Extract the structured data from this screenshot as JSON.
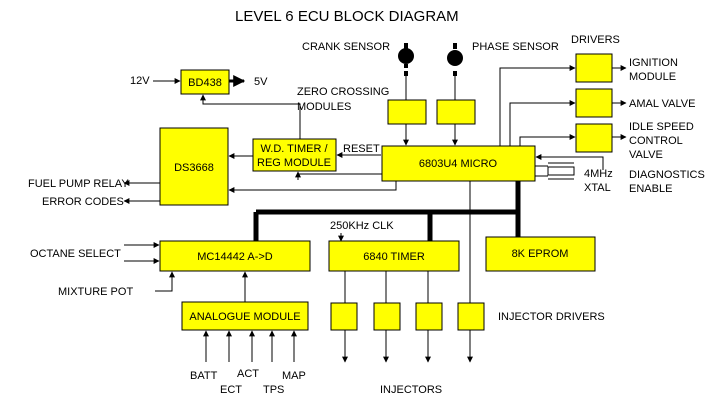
{
  "title": "LEVEL 6 ECU BLOCK DIAGRAM",
  "blocks": {
    "bd438": "BD438",
    "wd_timer_line1": "W.D. TIMER /",
    "wd_timer_line2": "REG MODULE",
    "ds3668": "DS3668",
    "micro": "6803U4 MICRO",
    "adc": "MC14442 A->D",
    "timer": "6840 TIMER",
    "eprom": "8K EPROM",
    "analogue": "ANALOGUE MODULE"
  },
  "labels": {
    "v12": "12V",
    "v5": "5V",
    "crank_sensor": "CRANK SENSOR",
    "phase_sensor": "PHASE SENSOR",
    "drivers": "DRIVERS",
    "zero_crossing_line1": "ZERO CROSSING",
    "zero_crossing_line2": "MODULES",
    "reset": "RESET",
    "ignition_line1": "IGNITION",
    "ignition_line2": "MODULE",
    "amal_valve": "AMAL VALVE",
    "idle_line1": "IDLE SPEED",
    "idle_line2": "CONTROL",
    "idle_line3": "VALVE",
    "diag_line1": "DIAGNOSTICS",
    "diag_line2": "ENABLE",
    "xtal_line1": "4MHz",
    "xtal_line2": "XTAL",
    "fuel_pump_relay": "FUEL PUMP RELAY",
    "error_codes": "ERROR CODES",
    "clk": "250KHz CLK",
    "octane_select": "OCTANE SELECT",
    "mixture_pot": "MIXTURE POT",
    "injector_drivers": "INJECTOR DRIVERS",
    "batt": "BATT",
    "ect": "ECT",
    "act": "ACT",
    "tps": "TPS",
    "map": "MAP",
    "injectors": "INJECTORS"
  },
  "colors": {
    "block_fill": "#ffff00",
    "line": "#000000"
  }
}
